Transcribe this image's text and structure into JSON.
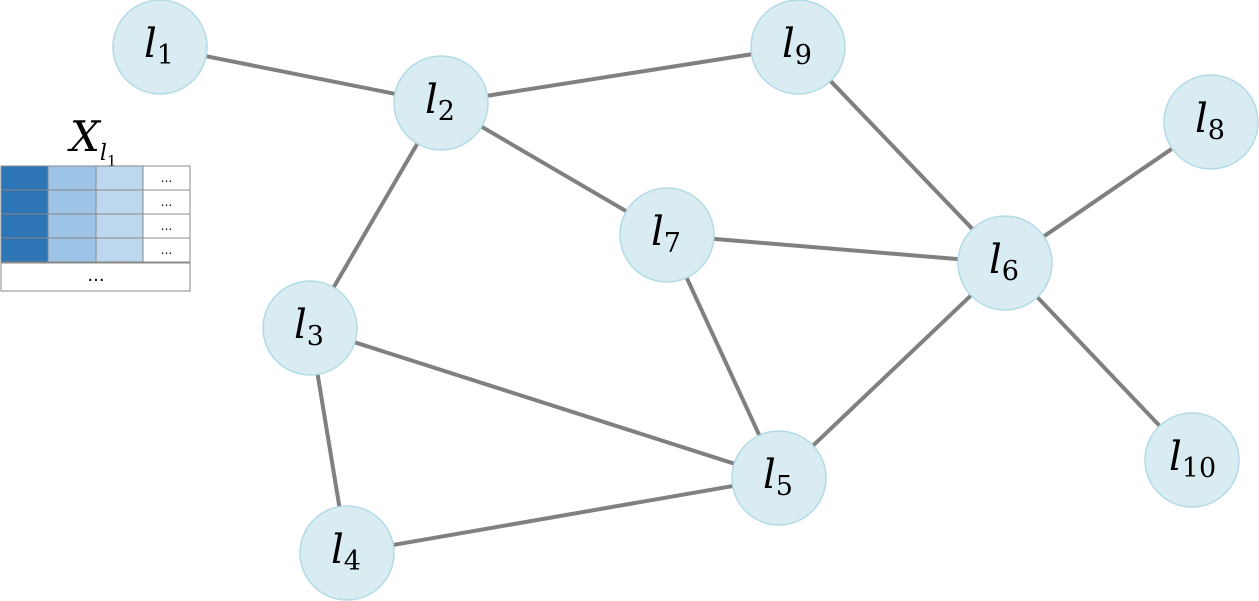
{
  "colors": {
    "node_fill": "#d8ecf2",
    "node_stroke": "#b3dbe6",
    "edge": "#808080",
    "matrix_col1": "#2e75b6",
    "matrix_col2": "#9dc3e6",
    "matrix_col3": "#bdd7ee",
    "matrix_col4": "#ffffff"
  },
  "feature_matrix": {
    "title_main": "X",
    "title_sub": "l",
    "title_subsub": "1",
    "cell_ellipsis": "...",
    "row_ellipsis": "..."
  },
  "nodes": [
    {
      "id": "l1",
      "main": "l",
      "sub": "1"
    },
    {
      "id": "l2",
      "main": "l",
      "sub": "2"
    },
    {
      "id": "l3",
      "main": "l",
      "sub": "3"
    },
    {
      "id": "l4",
      "main": "l",
      "sub": "4"
    },
    {
      "id": "l5",
      "main": "l",
      "sub": "5"
    },
    {
      "id": "l6",
      "main": "l",
      "sub": "6"
    },
    {
      "id": "l7",
      "main": "l",
      "sub": "7"
    },
    {
      "id": "l8",
      "main": "l",
      "sub": "8"
    },
    {
      "id": "l9",
      "main": "l",
      "sub": "9"
    },
    {
      "id": "l10",
      "main": "l",
      "sub": "10"
    }
  ],
  "edges": [
    [
      "l1",
      "l2"
    ],
    [
      "l2",
      "l9"
    ],
    [
      "l2",
      "l7"
    ],
    [
      "l2",
      "l3"
    ],
    [
      "l9",
      "l6"
    ],
    [
      "l7",
      "l6"
    ],
    [
      "l7",
      "l5"
    ],
    [
      "l3",
      "l5"
    ],
    [
      "l3",
      "l4"
    ],
    [
      "l4",
      "l5"
    ],
    [
      "l5",
      "l6"
    ],
    [
      "l6",
      "l8"
    ],
    [
      "l6",
      "l10"
    ]
  ]
}
